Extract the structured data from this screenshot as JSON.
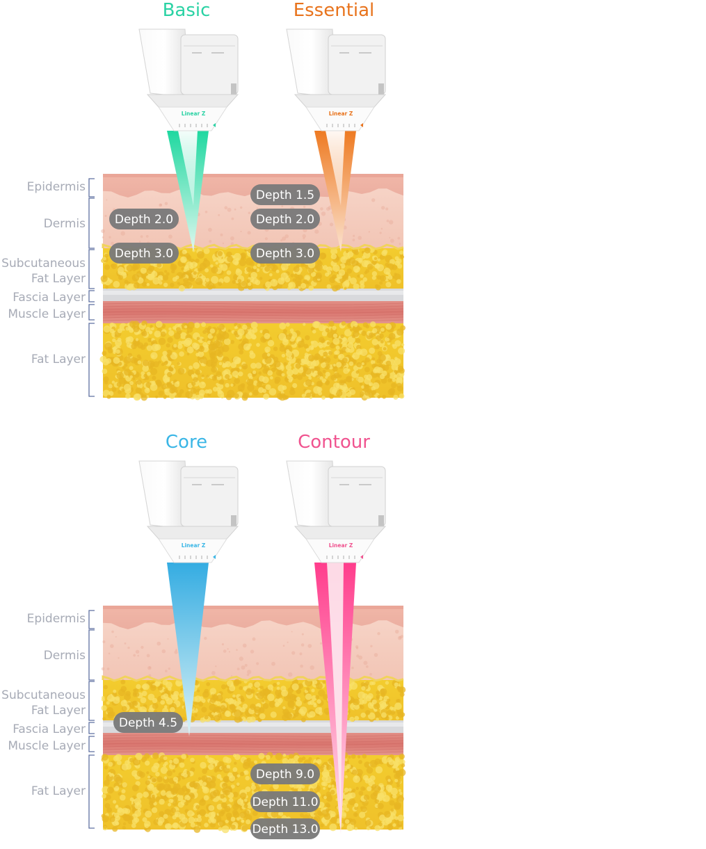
{
  "layers": [
    {
      "key": "epidermis",
      "lines": [
        "Epidermis"
      ]
    },
    {
      "key": "dermis",
      "lines": [
        "Dermis"
      ]
    },
    {
      "key": "subcutaneous",
      "lines": [
        "Subcutaneous",
        "Fat Layer"
      ]
    },
    {
      "key": "fascia",
      "lines": [
        "Fascia Layer"
      ]
    },
    {
      "key": "muscle",
      "lines": [
        "Muscle Layer"
      ]
    },
    {
      "key": "fat",
      "lines": [
        "Fat Layer"
      ]
    }
  ],
  "panels": [
    {
      "modes": [
        {
          "title": "Basic",
          "color": "#2ad2a4",
          "beam_start": "#1fd8a0",
          "beam_end": "#dff8ef",
          "brand": "Linear Z",
          "beam_style": "hollow-v",
          "depths": [
            "Depth 2.0",
            "Depth 3.0"
          ]
        },
        {
          "title": "Essential",
          "color": "#e8731c",
          "beam_start": "#ee7a22",
          "beam_end": "#fbe3cf",
          "brand": "Linear Z",
          "beam_style": "hollow-v",
          "depths": [
            "Depth 1.5",
            "Depth 2.0",
            "Depth 3.0"
          ]
        }
      ]
    },
    {
      "modes": [
        {
          "title": "Core",
          "color": "#3ab6e6",
          "beam_start": "#34ace2",
          "beam_end": "#dcf3f6",
          "brand": "Linear Z",
          "beam_style": "solid",
          "depths": [
            "Depth 4.5"
          ]
        },
        {
          "title": "Contour",
          "color": "#f0538f",
          "beam_start": "#ff3d8c",
          "beam_end": "#ffe5ee",
          "brand": "Linear Z",
          "beam_style": "hollow-pink",
          "depths": [
            "Depth 9.0",
            "Depth 11.0",
            "Depth 13.0"
          ]
        }
      ]
    }
  ]
}
